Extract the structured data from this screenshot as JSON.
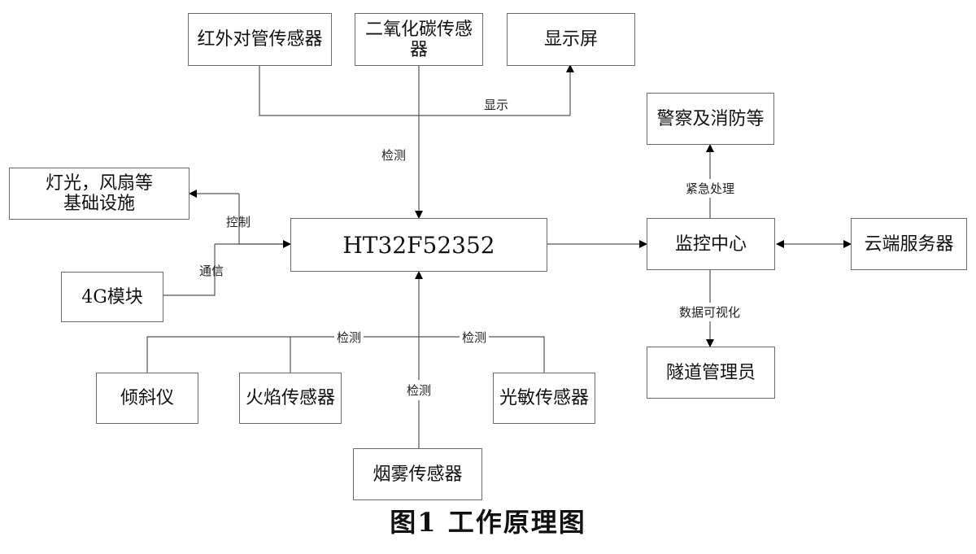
{
  "nodes": {
    "infrared": "红外对管传感器",
    "co2_line1": "二氧化碳传感",
    "co2_line2": "器",
    "display": "显示屏",
    "lights_line1": "灯光，风扇等",
    "lights_line2": "基础设施",
    "mcu": "HT32F52352",
    "module_4g": "4G模块",
    "inclinometer": "倾斜仪",
    "flame": "火焰传感器",
    "light_sensor": "光敏传感器",
    "smoke": "烟雾传感器",
    "police": "警察及消防等",
    "monitor": "监控中心",
    "cloud": "云端服务器",
    "admin": "隧道管理员"
  },
  "edge_labels": {
    "display": "显示",
    "detect_top": "检测",
    "control": "控制",
    "comm": "通信",
    "detect_left": "检测",
    "detect_right": "检测",
    "detect_bottom": "检测",
    "emergency": "紧急处理",
    "visualize": "数据可视化"
  },
  "caption": "图1   工作原理图"
}
